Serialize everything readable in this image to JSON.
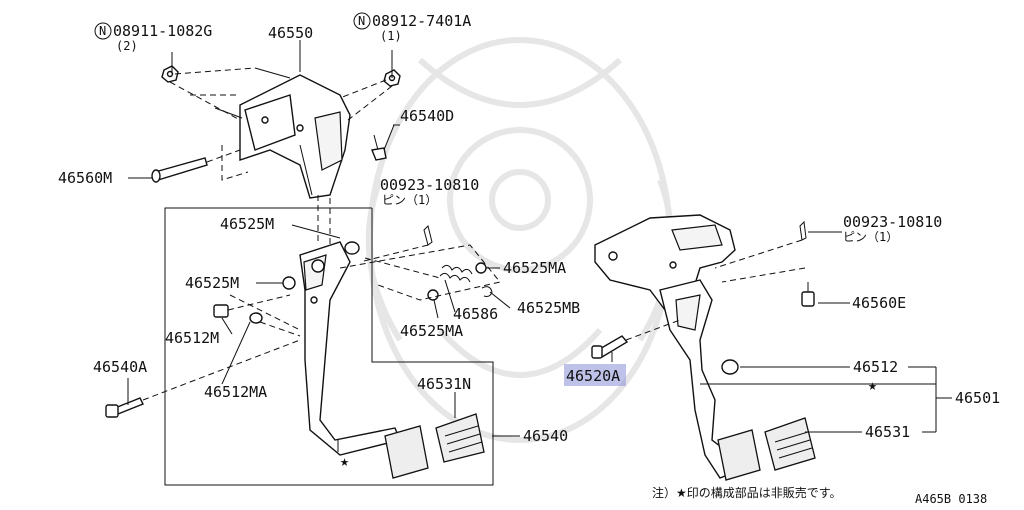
{
  "labels": {
    "nut_a_code": "08911-1082G",
    "nut_a_qty": "(2)",
    "bracket": "46550",
    "nut_b_code": "08912-7401A",
    "nut_b_qty": "(1)",
    "bolt_d": "46540D",
    "pin_upper": "46560M",
    "pin_code_left": "00923-10810",
    "pin_code_left_qty": "ピン（1）",
    "bushing_top": "46525M",
    "bushing_mid": "46525M",
    "bushing_ma_right": "46525MA",
    "spring": "46586",
    "bushing_mb": "46525MB",
    "bushing_ma_lower": "46525MA",
    "stopper_m": "46512M",
    "stopper_ma": "46512MA",
    "bolt_a": "46540A",
    "pad_left": "46531N",
    "pedal_left": "46540",
    "pin_code_right": "00923-10810",
    "pin_code_right_qty": "ピン（1）",
    "pin_e": "46560E",
    "pin_520a": "46520A",
    "stopper_right": "46512",
    "assy": "46501",
    "pad_right": "46531",
    "note": "注）★印の構成部品は非販売です。",
    "diagram_code": "A465B 0138"
  },
  "symbols": {
    "circled_n": "N",
    "star": "★"
  },
  "colors": {
    "highlight": "#8a8fd6"
  }
}
